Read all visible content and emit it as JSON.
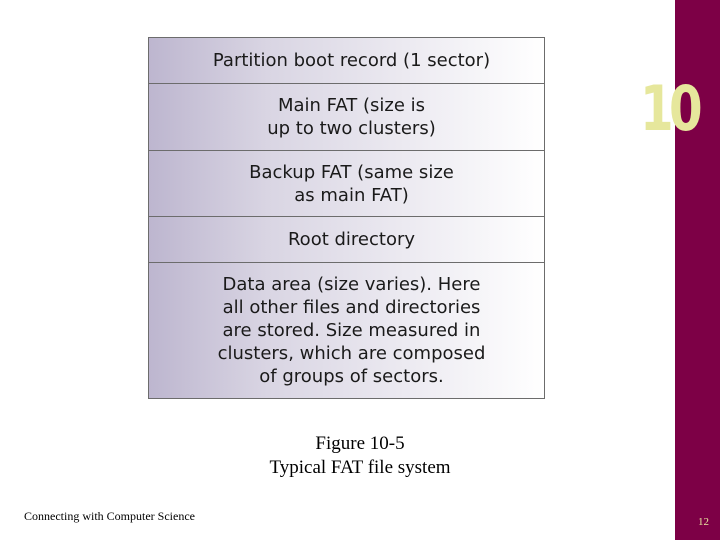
{
  "chapter": {
    "number": "10"
  },
  "diagram": {
    "blocks": [
      {
        "text": "Partition boot record (1 sector)"
      },
      {
        "text": "Main FAT (size is\nup to two clusters)"
      },
      {
        "text": "Backup FAT (same size\nas main FAT)"
      },
      {
        "text": "Root directory"
      },
      {
        "text": "Data area (size varies). Here\nall other files and directories\nare stored. Size measured in\nclusters, which are composed\nof groups of sectors."
      }
    ]
  },
  "caption": {
    "line1": "Figure 10-5",
    "line2": "Typical FAT file system"
  },
  "footer": {
    "text": "Connecting with Computer Science"
  },
  "page": {
    "number": "12"
  },
  "colors": {
    "accent_bar": "#7d0046",
    "chapter_number": "#e6e79c"
  }
}
